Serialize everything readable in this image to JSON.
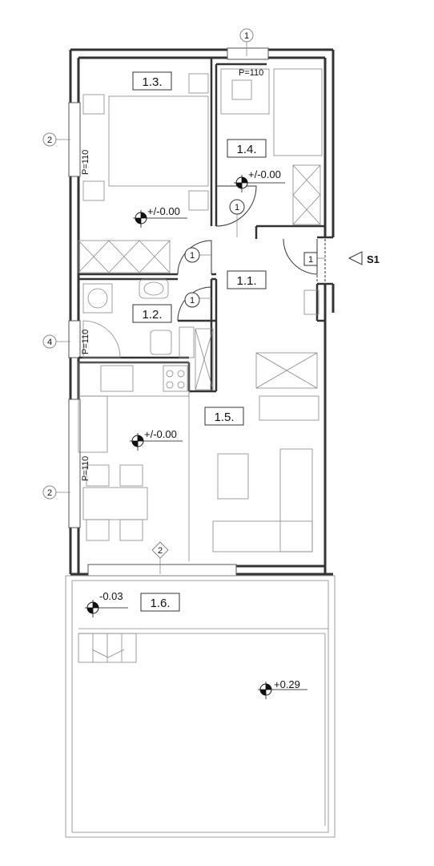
{
  "rooms": {
    "r13": "1.3.",
    "r14": "1.4.",
    "r11": "1.1.",
    "r12": "1.2.",
    "r15": "1.5.",
    "r16": "1.6."
  },
  "levels": {
    "l13": "+/-0.00",
    "l14": "+/-0.00",
    "l15": "+/-0.00",
    "l16": "-0.03",
    "lTerrace": "+0.29"
  },
  "windows": {
    "w1": "P=110",
    "w2a": "P=110",
    "w4": "P=110",
    "w2b": "P=110"
  },
  "tags": {
    "t1top": "1",
    "t2top": "2",
    "t4": "4",
    "t2mid": "2",
    "t2bottom": "2",
    "d1a": "1",
    "d1b": "1",
    "d1c": "1",
    "d1entry": "1"
  },
  "section": {
    "label": "S1"
  }
}
